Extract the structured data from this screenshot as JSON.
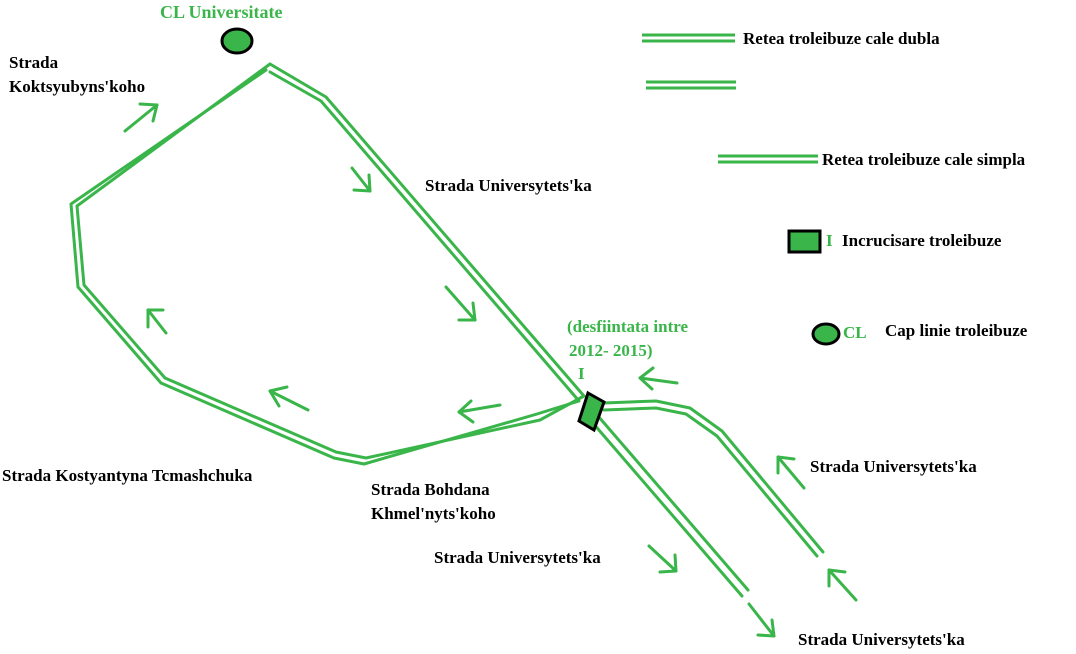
{
  "colors": {
    "track": "#39b54a",
    "marker_fill": "#39b54a",
    "outline": "#000000",
    "background": "#ffffff",
    "text": "#000000"
  },
  "terminus": {
    "name": "CL Universitate"
  },
  "streets": {
    "koktsyubynskoho_line1": "Strada",
    "koktsyubynskoho_line2": "Koktsyubyns'koho",
    "universytetska_top": "Strada Universytets'ka",
    "universytetska_right": "Strada Universytets'ka",
    "universytetska_bottom_left": "Strada Universytets'ka",
    "universytetska_bottom_right": "Strada Universytets'ka",
    "tcmashchuka": "Strada Kostyantyna Tcmashchuka",
    "khmelnytskoho_line1": "Strada Bohdana",
    "khmelnytskoho_line2": "Khmel'nyts'koho"
  },
  "crossing": {
    "note_line1": "(desfiintata intre",
    "note_line2": "2012- 2015)",
    "mark": "I"
  },
  "legend": {
    "double_line_label": "Retea troleibuze cale dubla",
    "single_line_label": "Retea troleibuze cale simpla",
    "crossing_mark": "I",
    "crossing_label": "Incrucisare troleibuze",
    "terminus_mark": "CL",
    "terminus_label": "Cap linie troleibuze"
  }
}
